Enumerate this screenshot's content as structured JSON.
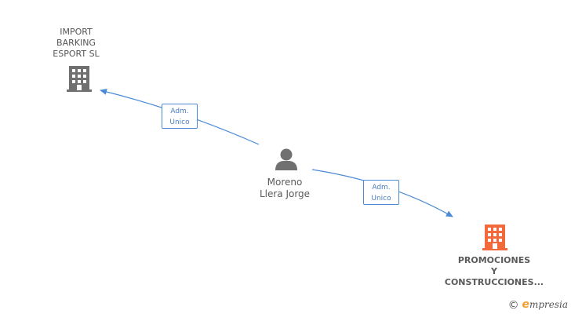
{
  "nodes": {
    "company_a": {
      "label": "IMPORT\nBARKING\nESPORT SL",
      "icon": "building-icon",
      "color": "#707070"
    },
    "person": {
      "label": "Moreno\nLlera Jorge",
      "icon": "person-icon",
      "color": "#707070"
    },
    "company_b": {
      "label": "PROMOCIONES\nY\nCONSTRUCCIONES...",
      "icon": "building-icon",
      "color": "#f26a3c"
    }
  },
  "edges": [
    {
      "from": "person",
      "to": "company_a",
      "role_line1": "Adm.",
      "role_line2": "Unico",
      "color": "#4a8ad6"
    },
    {
      "from": "person",
      "to": "company_b",
      "role_line1": "Adm.",
      "role_line2": "Unico",
      "color": "#4a8ad6"
    }
  ],
  "watermark": {
    "copyright": "©",
    "brand_initial": "e",
    "brand_rest": "mpresia"
  }
}
